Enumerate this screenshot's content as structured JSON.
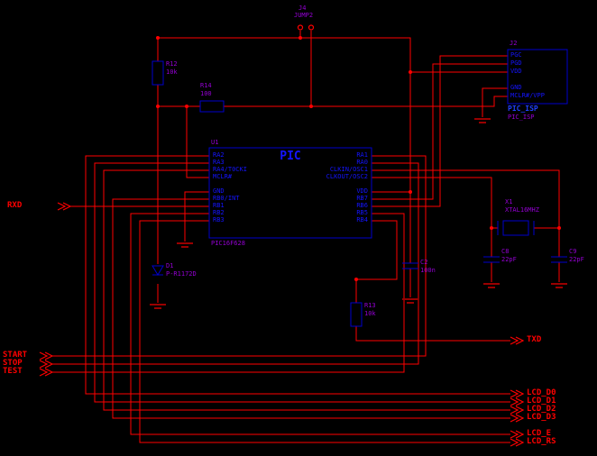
{
  "palette": {
    "background": "#000000",
    "wire": "#ff0000",
    "junction": "#ff0000",
    "ground": "#990000",
    "symbol_outline": "#0000cc",
    "symbol_text": "#1414ff",
    "designator_value": "#9400d3",
    "net_label": "#ff0000"
  },
  "mcu": {
    "designator": "U1",
    "symbol_title": "PIC",
    "value": "PIC16F628",
    "left_pins": [
      "RA2",
      "RA3",
      "RA4/T0CKI",
      "MCLR#",
      "GND",
      "RB0/INT",
      "RB1",
      "RB2",
      "RB3"
    ],
    "right_pins": [
      "RA1",
      "RA0",
      "CLKIN/OSC1",
      "CLKOUT/OSC2",
      "VDD",
      "RB7",
      "RB6",
      "RB5",
      "RB4"
    ]
  },
  "isp_connector": {
    "designator": "J2",
    "symbol_title": "PIC_ISP",
    "value": "PIC_ISP",
    "pins": [
      "PGC",
      "PGD",
      "VDD",
      "GND",
      "MCLR#/VPP"
    ]
  },
  "jumper": {
    "designator": "J4",
    "value": "JUMP2"
  },
  "resistors": {
    "r12": {
      "name": "R12",
      "value": "10k"
    },
    "r14": {
      "name": "R14",
      "value": "100"
    },
    "r13": {
      "name": "R13",
      "value": "10k"
    }
  },
  "capacitors": {
    "c2": {
      "name": "C2",
      "value": "100n"
    },
    "c8": {
      "name": "C8",
      "value": "22pF"
    },
    "c9": {
      "name": "C9",
      "value": "22pF"
    }
  },
  "crystal": {
    "name": "X1",
    "value": "XTAL16MHZ"
  },
  "diode": {
    "name": "D1",
    "value": "P-R1172D"
  },
  "net_labels": {
    "rxd": "RXD",
    "txd": "TXD",
    "start": "START",
    "stop": "STOP",
    "test": "TEST",
    "lcd": [
      "LCD_D0",
      "LCD_D1",
      "LCD_D2",
      "LCD_D3",
      "LCD_E",
      "LCD_RS"
    ]
  }
}
